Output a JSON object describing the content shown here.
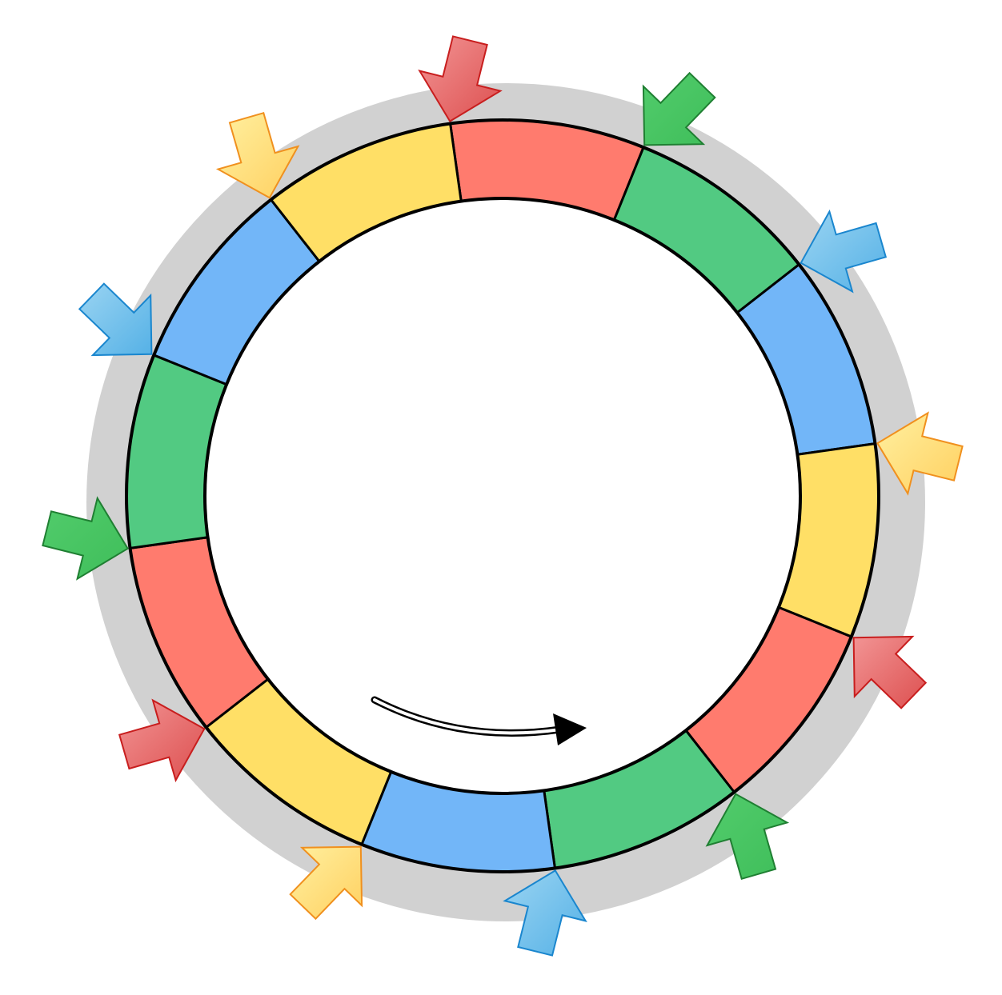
{
  "palette": {
    "red": "#FF7B6E",
    "green": "#52CA82",
    "blue": "#72B6F8",
    "yellow": "#FFDF66"
  },
  "marker_palette": {
    "red": {
      "light": "#F29494",
      "dark": "#DD5050",
      "stroke": "#C81E1E"
    },
    "green": {
      "light": "#52CC6C",
      "dark": "#3FBE5A",
      "stroke": "#1F7F32"
    },
    "blue": {
      "light": "#9AD4F2",
      "dark": "#55B1E6",
      "stroke": "#1A86CE"
    },
    "yellow": {
      "light": "#FFF0A0",
      "dark": "#FFD060",
      "stroke": "#F0901E"
    }
  },
  "ring": {
    "segment_colors": [
      "red",
      "green",
      "blue",
      "yellow",
      "red",
      "green",
      "blue",
      "yellow",
      "red",
      "green",
      "blue",
      "yellow"
    ]
  },
  "markers": [
    {
      "color": "red"
    },
    {
      "color": "green"
    },
    {
      "color": "blue"
    },
    {
      "color": "yellow"
    },
    {
      "color": "red"
    },
    {
      "color": "green"
    },
    {
      "color": "blue"
    },
    {
      "color": "yellow"
    },
    {
      "color": "red"
    },
    {
      "color": "green"
    },
    {
      "color": "blue"
    },
    {
      "color": "yellow"
    }
  ],
  "direction": "clockwise",
  "icons": {
    "marker": "arrow-icon",
    "rotation": "curved-arrow-icon"
  }
}
